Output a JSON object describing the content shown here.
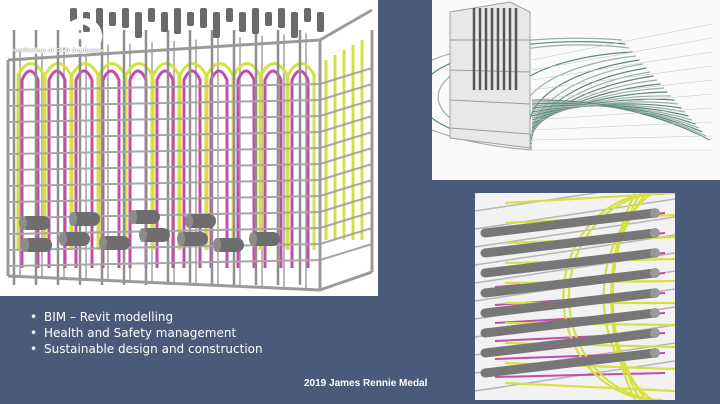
{
  "logo": {
    "mark": "ice",
    "caption": "Institution of Civil Engineers"
  },
  "bullets": [
    "BIM – Revit modelling",
    "Health and Safety management",
    "Sustainable design and construction"
  ],
  "footer": {
    "medal": "2019 James Rennie Medal"
  },
  "images": {
    "left": "rebar-cage-render",
    "top_right": "curved-rebar-fan-render",
    "bottom_right": "radial-rebar-closeup-render"
  },
  "colors": {
    "background": "#4a5a7a",
    "rebar_yellow": "#d6e040",
    "rebar_magenta": "#c24ca8",
    "rebar_grey": "#9a9a9a",
    "pipe_grey": "#6e6e6e"
  }
}
